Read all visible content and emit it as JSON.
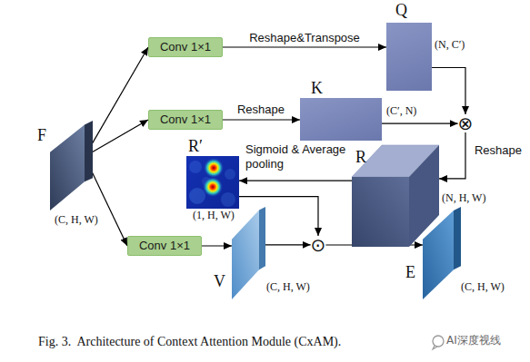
{
  "diagram": {
    "caption": "Fig. 3.  Architecture of Context Attention Module (CxAM).",
    "nodes": [
      {
        "text": [
          "F",
          "(C, H, W)"
        ]
      },
      {
        "text": [
          "Conv 1×1"
        ]
      },
      {
        "text": [
          "Conv 1×1"
        ]
      },
      {
        "text": [
          "Conv 1×1"
        ]
      },
      {
        "text": [
          "Q",
          "(N, C′)"
        ]
      },
      {
        "text": [
          "K",
          "(C′, N)"
        ]
      },
      {
        "text": [
          "⊗"
        ]
      },
      {
        "text": [
          "R",
          "(N, H, W)"
        ]
      },
      {
        "text": [
          "R′",
          "(1, H, W)"
        ]
      },
      {
        "text": [
          "V",
          "(C, H, W)"
        ]
      },
      {
        "text": [
          "⊙"
        ]
      },
      {
        "text": [
          "E",
          "(C, H, W)"
        ]
      }
    ],
    "edges": [
      {
        "from": 0,
        "to": 1,
        "arrow": "to"
      },
      {
        "from": 0,
        "to": 2,
        "arrow": "to"
      },
      {
        "from": 0,
        "to": 3,
        "arrow": "to"
      },
      {
        "from": 1,
        "to": 4,
        "label": "Reshape&Transpose",
        "arrow": "to"
      },
      {
        "from": 2,
        "to": 5,
        "label": "Reshape",
        "arrow": "to"
      },
      {
        "from": 4,
        "to": 6,
        "arrow": "to"
      },
      {
        "from": 5,
        "to": 6,
        "arrow": "to"
      },
      {
        "from": 6,
        "to": 7,
        "label": "Reshape",
        "arrow": "to"
      },
      {
        "from": 7,
        "to": 8,
        "label": "Sigmoid & Average pooling",
        "arrow": "to"
      },
      {
        "from": 8,
        "to": 10,
        "arrow": "to"
      },
      {
        "from": 3,
        "to": 9,
        "arrow": "to"
      },
      {
        "from": 9,
        "to": 10,
        "arrow": "to"
      },
      {
        "from": 10,
        "to": 11,
        "arrow": "to"
      }
    ],
    "labels": [
      "AI深度视线"
    ]
  }
}
